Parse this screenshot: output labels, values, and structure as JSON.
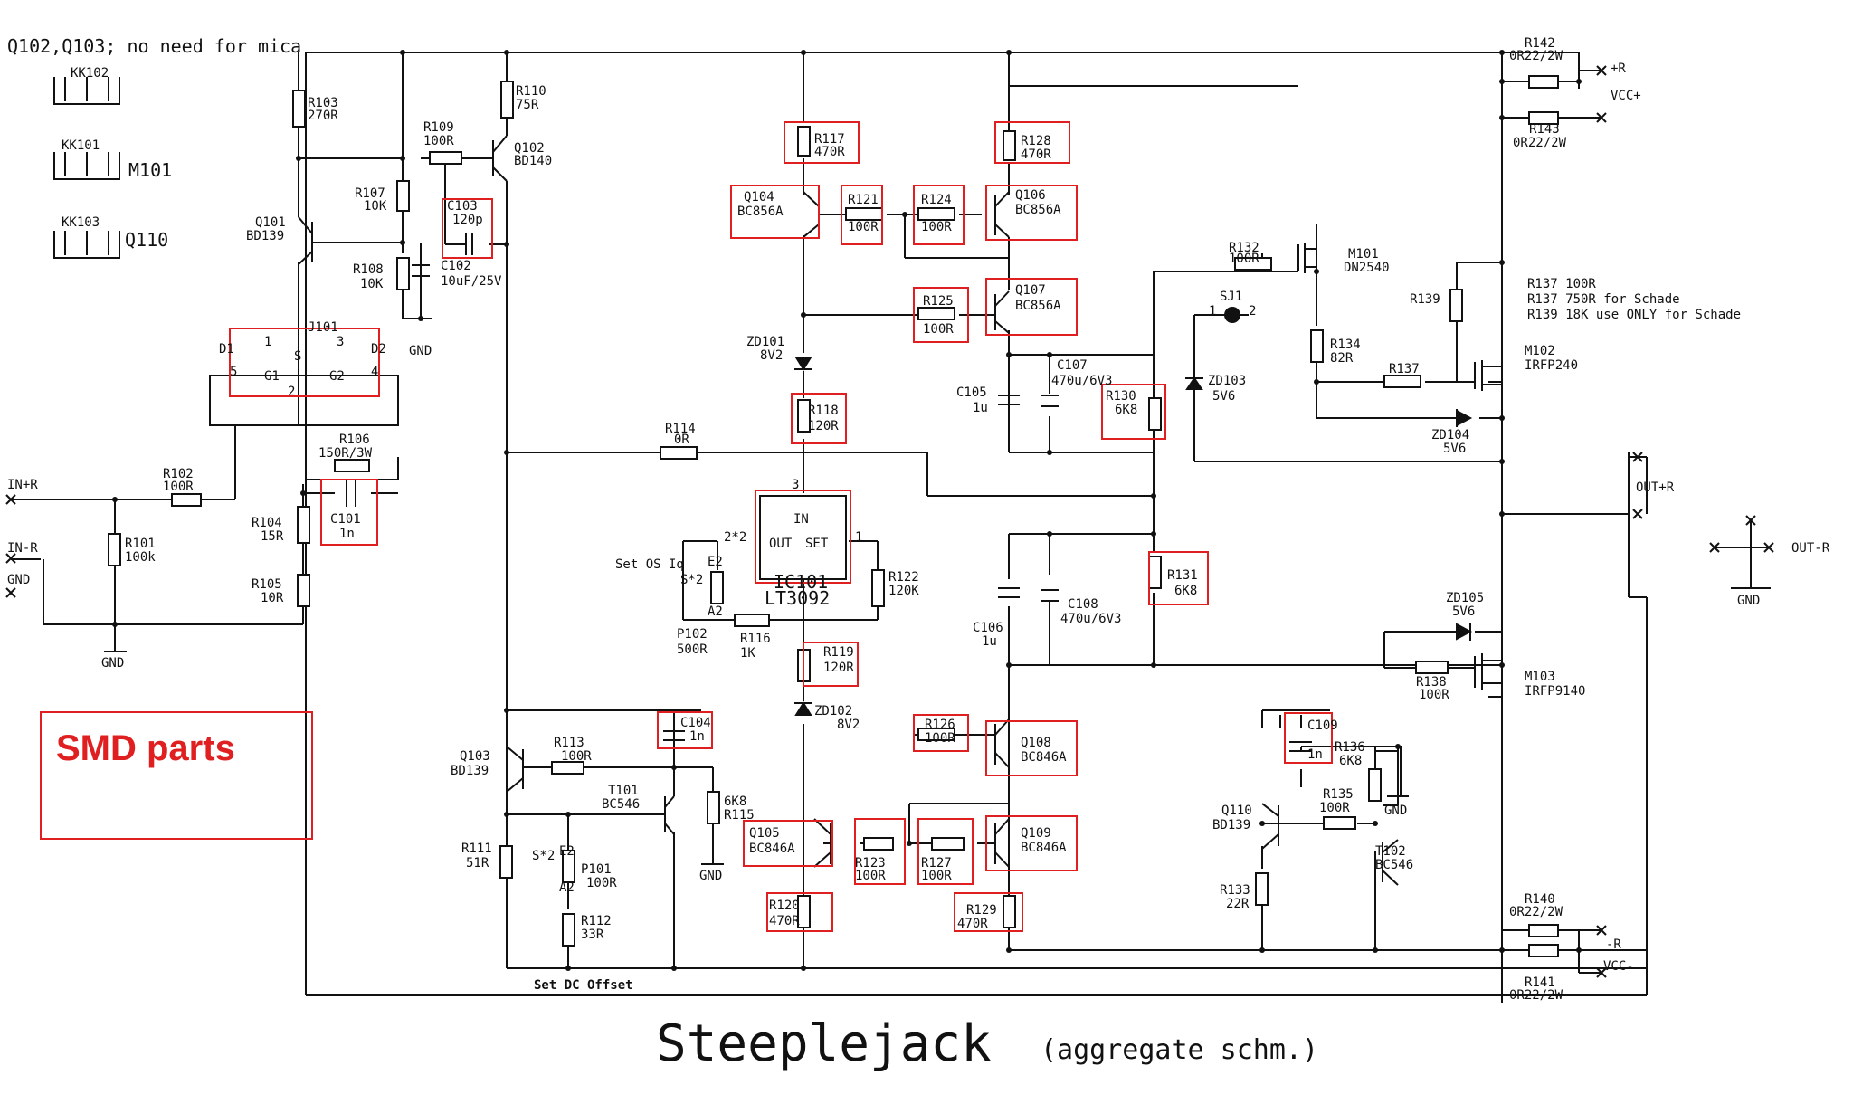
{
  "note_top": "Q102,Q103; no need for mica",
  "heatsinks": [
    {
      "ref": "KK102",
      "label": ""
    },
    {
      "ref": "KK101",
      "label": "M101"
    },
    {
      "ref": "KK103",
      "label": "Q110"
    }
  ],
  "title": "Steeplejack",
  "subtitle": "(aggregate schm.)",
  "legend": "SMD parts",
  "red_color": "#e02020",
  "terminals": {
    "in_r": "IN+R",
    "in_m": "IN-R",
    "gnd": "GND",
    "r_plus": "+R",
    "vcc_plus": "VCC+",
    "r_minus": "-R",
    "vcc_minus": "VCC-",
    "out_plus": "OUT+R",
    "out_minus": "OUT-R"
  },
  "notes_right": [
    "R137 100R",
    "R137 750R for Schade",
    "R139 18K use ONLY for Schade"
  ],
  "set_dc": "Set DC Offset",
  "set_os": "Set OS Iq",
  "labels": {
    "R103": [
      "R103",
      "270R"
    ],
    "R110": [
      "R110",
      "75R"
    ],
    "R109": [
      "R109",
      "100R"
    ],
    "Q102": [
      "Q102",
      "BD140"
    ],
    "R107": [
      "R107",
      "10K"
    ],
    "C103": [
      "C103",
      "120p"
    ],
    "Q101": [
      "Q101",
      "BD139"
    ],
    "R108": [
      "R108",
      "10K"
    ],
    "C102": [
      "C102",
      "10uF/25V"
    ],
    "GND1": [
      "GND",
      ""
    ],
    "J101": [
      "J101",
      ""
    ],
    "R106": [
      "R106",
      "150R/3W"
    ],
    "R102": [
      "R102",
      "100R"
    ],
    "R104": [
      "R104",
      "15R"
    ],
    "C101": [
      "C101",
      "1n"
    ],
    "R101": [
      "R101",
      "100k"
    ],
    "R105": [
      "R105",
      "10R"
    ],
    "GND2": [
      "GND",
      ""
    ],
    "R117": [
      "R117",
      "470R"
    ],
    "R128": [
      "R128",
      "470R"
    ],
    "Q104": [
      "Q104",
      "BC856A"
    ],
    "R121": [
      "R121",
      "100R"
    ],
    "R124": [
      "R124",
      "100R"
    ],
    "Q106": [
      "Q106",
      "BC856A"
    ],
    "R125": [
      "R125",
      "100R"
    ],
    "Q107": [
      "Q107",
      "BC856A"
    ],
    "ZD101": [
      "ZD101",
      "8V2"
    ],
    "R118": [
      "R118",
      "120R"
    ],
    "R114": [
      "R114",
      "0R"
    ],
    "C107": [
      "C107",
      "470u/6V3"
    ],
    "C105": [
      "C105",
      "1u"
    ],
    "R130": [
      "R130",
      "6K8"
    ],
    "IC101": [
      "IC101",
      "LT3092"
    ],
    "R122": [
      "R122",
      "120K"
    ],
    "P102": [
      "P102",
      "500R"
    ],
    "R116": [
      "R116",
      "1K"
    ],
    "R119": [
      "R119",
      "120R"
    ],
    "ZD102": [
      "ZD102",
      "8V2"
    ],
    "C106": [
      "C106",
      "1u"
    ],
    "C108": [
      "C108",
      "470u/6V3"
    ],
    "R131": [
      "R131",
      "6K8"
    ],
    "C104": [
      "C104",
      "1n"
    ],
    "R113": [
      "R113",
      "100R"
    ],
    "Q103": [
      "Q103",
      "BD139"
    ],
    "T101": [
      "T101",
      "BC546"
    ],
    "R115": [
      "6K8",
      "R115"
    ],
    "GND3": [
      "GND",
      ""
    ],
    "R111": [
      "R111",
      "51R"
    ],
    "P101": [
      "P101",
      "100R"
    ],
    "R112": [
      "R112",
      "33R"
    ],
    "R126": [
      "R126",
      "100R"
    ],
    "Q108": [
      "Q108",
      "BC846A"
    ],
    "Q105": [
      "Q105",
      "BC846A"
    ],
    "R123": [
      "R123",
      "100R"
    ],
    "R127": [
      "R127",
      "100R"
    ],
    "Q109": [
      "Q109",
      "BC846A"
    ],
    "R120": [
      "R120",
      "470R"
    ],
    "R129": [
      "R129",
      "470R"
    ],
    "R132": [
      "R132",
      "100R"
    ],
    "M101": [
      "M101",
      "DN2540"
    ],
    "SJ1": [
      "SJ1",
      ""
    ],
    "ZD103": [
      "ZD103",
      "5V6"
    ],
    "R134": [
      "R134",
      "82R"
    ],
    "R139": [
      "R139",
      ""
    ],
    "R137": [
      "R137",
      ""
    ],
    "M102": [
      "M102",
      "IRFP240"
    ],
    "ZD104": [
      "ZD104",
      "5V6"
    ],
    "ZD105": [
      "ZD105",
      "5V6"
    ],
    "R138": [
      "R138",
      "100R"
    ],
    "M103": [
      "M103",
      "IRFP9140"
    ],
    "C109": [
      "C109",
      "1n"
    ],
    "R136": [
      "R136",
      "6K8"
    ],
    "GND4": [
      "GND",
      ""
    ],
    "Q110": [
      "Q110",
      "BD139"
    ],
    "R135": [
      "R135",
      "100R"
    ],
    "T102": [
      "T102",
      "BC546"
    ],
    "R133": [
      "R133",
      "22R"
    ],
    "R140": [
      "R140",
      "0R22/2W"
    ],
    "R141": [
      "R141",
      "0R22/2W"
    ],
    "R142": [
      "R142",
      "0R22/2W"
    ],
    "R143": [
      "R143",
      "0R22/2W"
    ],
    "GND5": [
      "GND",
      ""
    ]
  },
  "ic_pins": {
    "in": "IN",
    "out": "OUT",
    "set": "SET",
    "p1": "1",
    "p2": "2*2",
    "p3": "3"
  },
  "j101_pins": {
    "d1": "D1",
    "d2": "D2",
    "g1": "G1",
    "g2": "G2",
    "s": "S",
    "n1": "1",
    "n2": "2",
    "n3": "3",
    "n4": "4",
    "n5": "5"
  },
  "pot_pins": {
    "e": "E2",
    "s": "S*2",
    "a": "A2"
  },
  "sj_pins": {
    "a": "1",
    "b": "2"
  }
}
